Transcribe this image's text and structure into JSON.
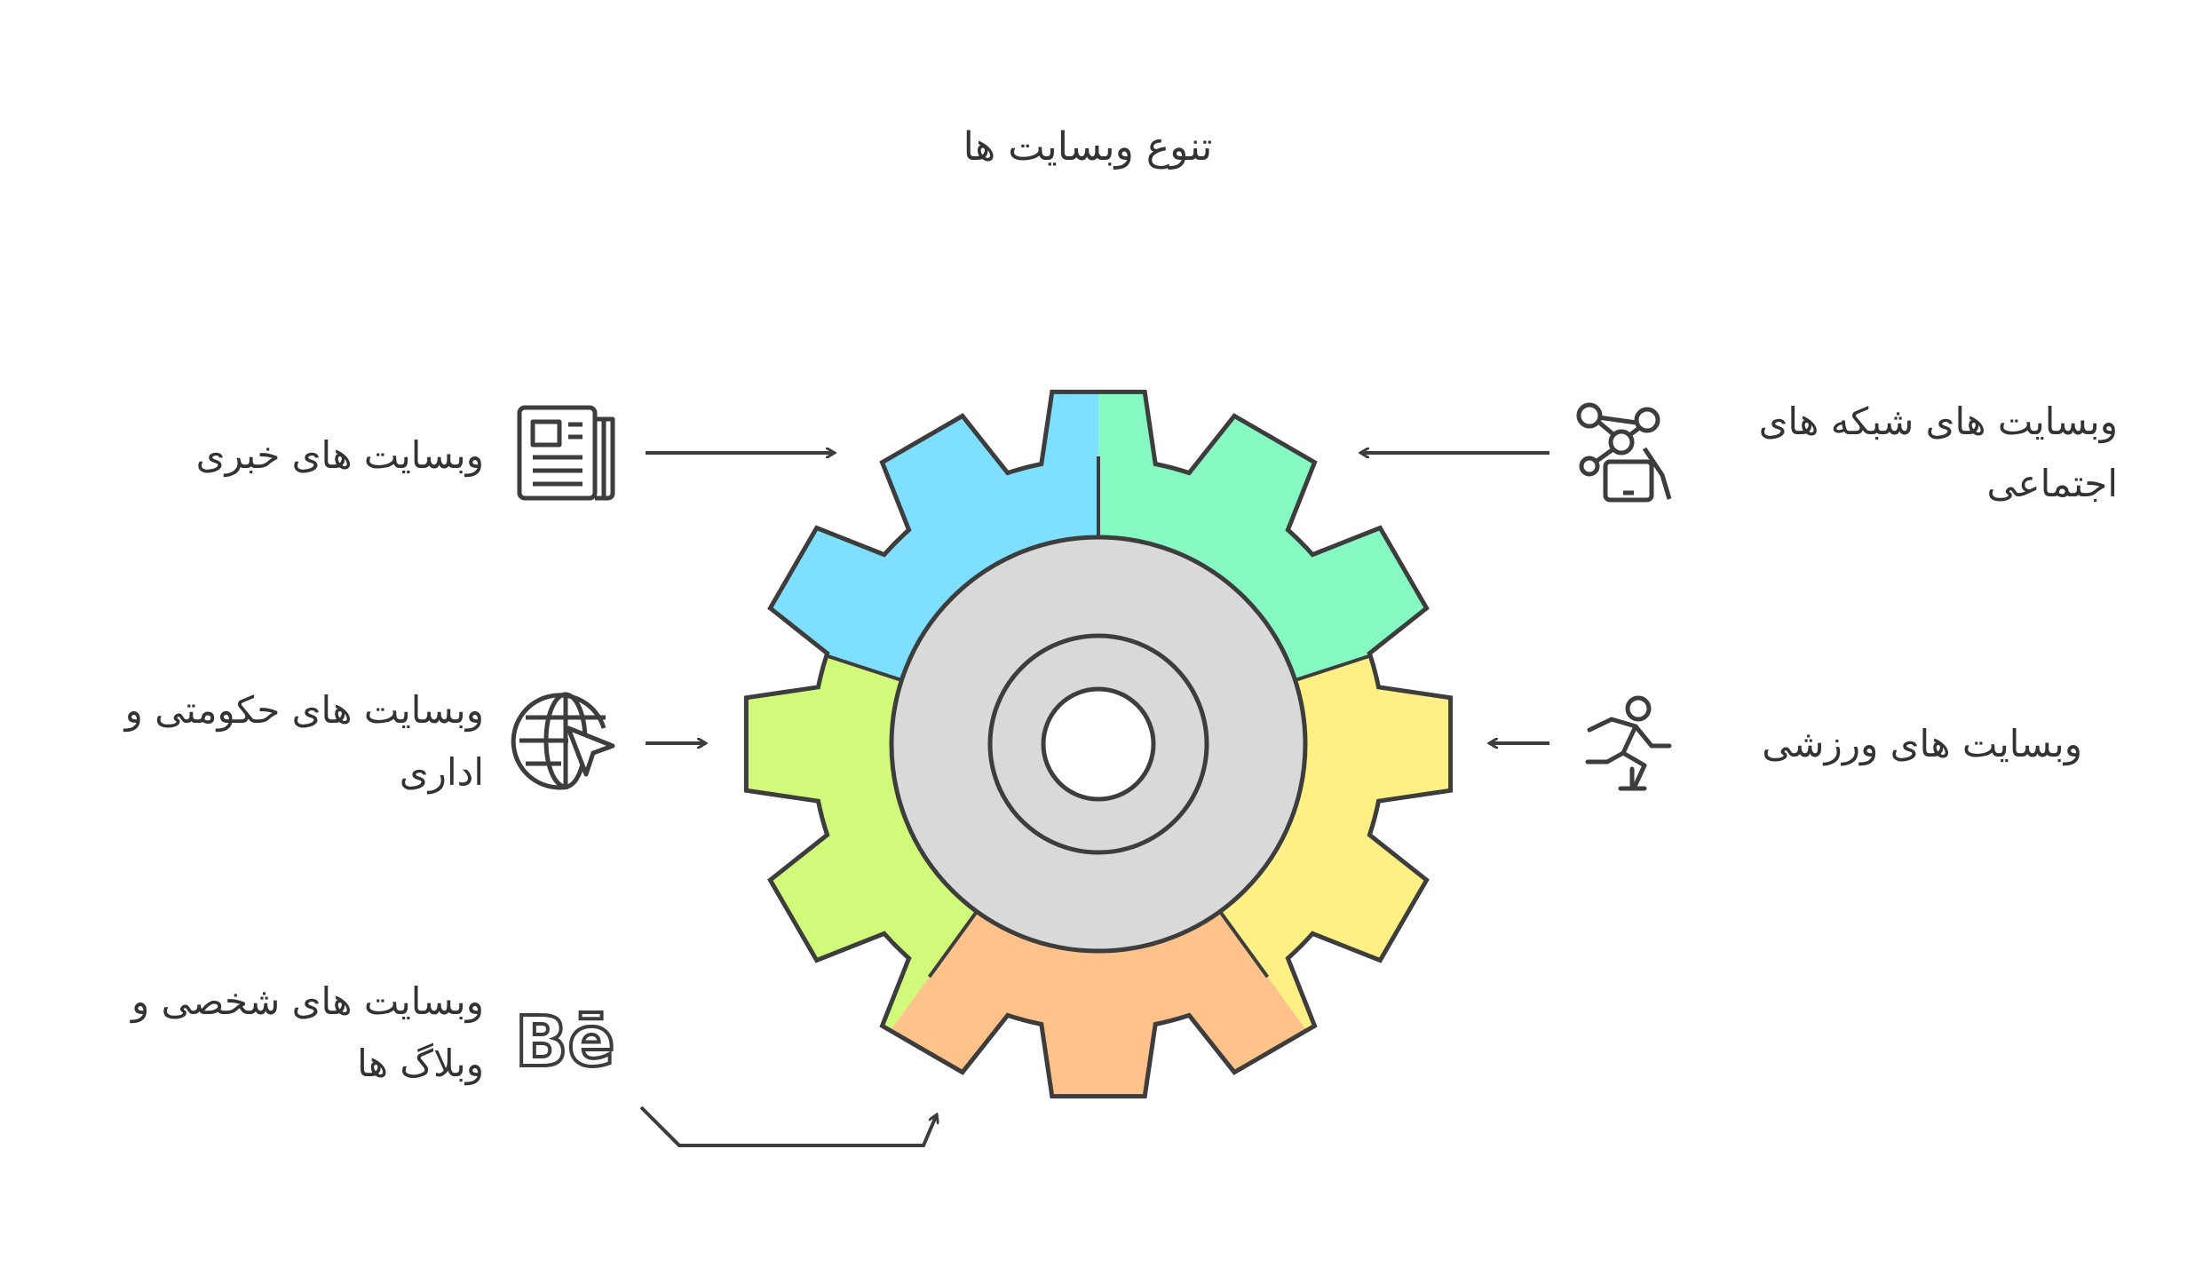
{
  "title": "تنوع وبسایت ها",
  "items": [
    {
      "lines": [
        "وبسایت های خبری"
      ],
      "icon": "newspaper-icon"
    },
    {
      "lines": [
        "وبسایت های حکومتی و",
        "اداری"
      ],
      "icon": "globe-cursor-icon"
    },
    {
      "lines": [
        "وبسایت های شخصی و",
        "وبلاگ ها"
      ],
      "icon": "behance-icon",
      "icon_text": "Bē"
    },
    {
      "lines": [
        "وبسایت های شبکه های",
        "اجتماعی"
      ],
      "icon": "social-network-icon"
    },
    {
      "lines": [
        "وبسایت های ورزشی"
      ],
      "icon": "running-icon"
    }
  ],
  "colors": {
    "blue": "#7fdfff",
    "green": "#86f9c2",
    "yellow": "#fff086",
    "orange": "#ffc28a",
    "lime": "#d1f97a",
    "hub": "#d9d9d9",
    "stroke": "#3d3d3d"
  }
}
